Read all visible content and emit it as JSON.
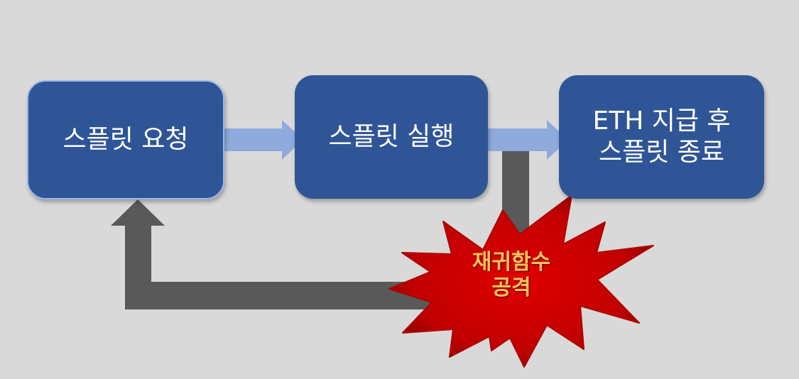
{
  "diagram": {
    "colors": {
      "background": "#d9d9d9",
      "box_fill": "#2f5597",
      "forward_arrow": "#8faadc",
      "feedback_arrow": "#595959",
      "burst_fill": "#c00000",
      "burst_text": "#ffc25a"
    },
    "steps": [
      {
        "label": "스플릿 요청"
      },
      {
        "label": "스플릿 실행"
      },
      {
        "label": "ETH 지급 후\n스플릿 종료"
      }
    ],
    "attack": {
      "label": "재귀함수\n공격",
      "shape": "explosion-burst"
    }
  }
}
